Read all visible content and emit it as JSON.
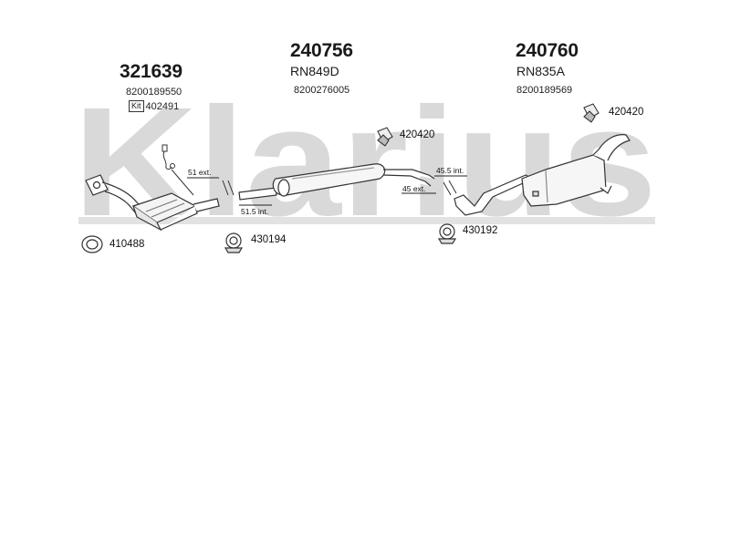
{
  "watermark": {
    "text": "Klarius",
    "color": "#d9d9d9"
  },
  "groups": [
    {
      "part_number": "321639",
      "oe_number": "8200189550",
      "kit_prefix": "Kit",
      "kit_number": "402491"
    },
    {
      "part_number": "240756",
      "code": "RN849D",
      "oe_number": "8200276005"
    },
    {
      "part_number": "240760",
      "code": "RN835A",
      "oe_number": "8200189569"
    }
  ],
  "components": {
    "gasket": "410488",
    "clamp_1": "430194",
    "clamp_2": "430192",
    "mount_1": "420420",
    "mount_2": "420420"
  },
  "dimensions": {
    "d1": "51 ext.",
    "d2": "51.5 int.",
    "d3": "45.5 int.",
    "d4": "45 ext."
  }
}
